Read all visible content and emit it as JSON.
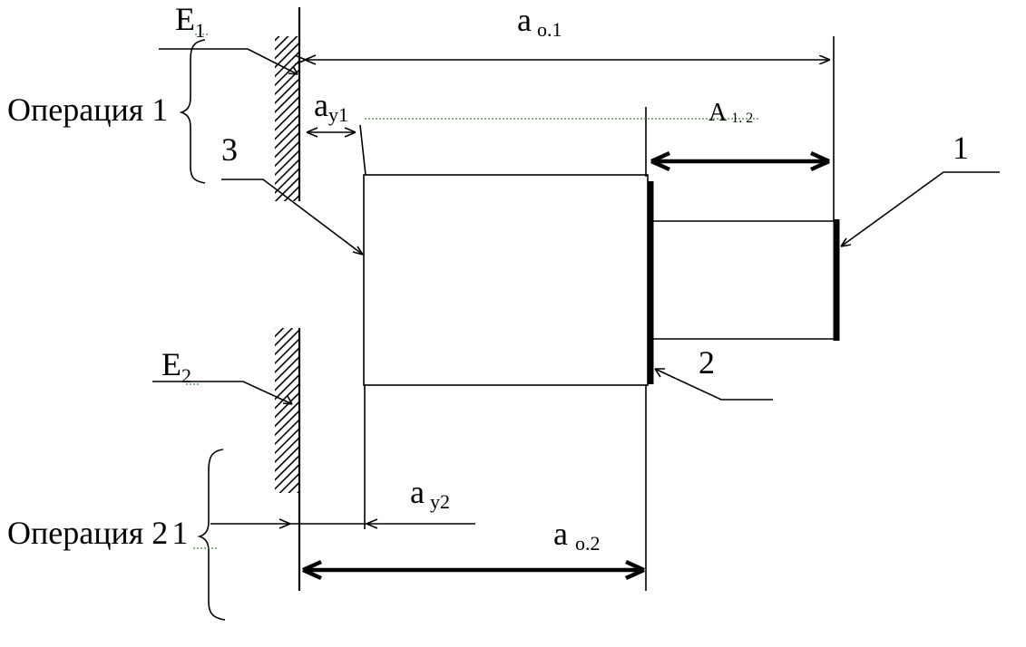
{
  "labels": {
    "e1": "E",
    "e1_sub": "1",
    "e2": "E",
    "e2_sub": "2",
    "ao1": "a",
    "ao1_sub": "о.1",
    "ay1": "a",
    "ay1_sub": "у1",
    "a12": "A",
    "a12_sub": "1. 2",
    "ay2": "a",
    "ay2_sub": "у2",
    "ao2": "a",
    "ao2_sub": "о.2",
    "n1": "1",
    "n2": "2",
    "n3": "3",
    "op1": "Операция 1",
    "op2": "Операция 2",
    "op2_suffix": "1"
  }
}
